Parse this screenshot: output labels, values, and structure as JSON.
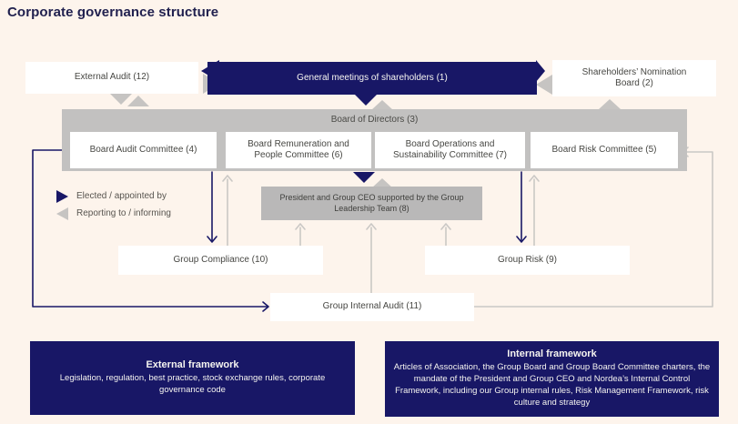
{
  "page": {
    "title": "Corporate governance structure"
  },
  "colors": {
    "background": "#fdf4ec",
    "navy": "#181766",
    "bar_gray": "#c2c1c0",
    "ceo_gray": "#b9b8b8",
    "arrow_gray": "#c6c4c2",
    "box_white": "#ffffff"
  },
  "nodes": {
    "external_audit": "External Audit (12)",
    "general_meetings": "General meetings of shareholders (1)",
    "shareholders_nomination": "Shareholders’ Nomination Board (2)",
    "board_of_directors": "Board of Directors (3)",
    "board_audit_committee": "Board Audit Committee (4)",
    "board_remuneration_committee": "Board Remuneration and People Committee (6)",
    "board_operations_committee": "Board Operations and Sustainability Committee (7)",
    "board_risk_committee": "Board Risk Committee (5)",
    "president_ceo": "President and Group CEO supported by the Group Leadership Team (8)",
    "group_compliance": "Group Compliance (10)",
    "group_risk": "Group Risk (9)",
    "group_internal_audit": "Group Internal Audit (11)"
  },
  "legend": {
    "elected": "Elected / appointed by",
    "reporting": "Reporting to / informing"
  },
  "frameworks": {
    "external": {
      "title": "External framework",
      "body": "Legislation, regulation, best practice, stock exchange rules, corporate governance code"
    },
    "internal": {
      "title": "Internal framework",
      "body": "Articles of Association, the Group Board and Group Board Committee charters, the mandate of the President and Group CEO and Nordea’s Internal Control Framework, including our Group internal rules, Risk Management Framework, risk culture and strategy"
    }
  }
}
